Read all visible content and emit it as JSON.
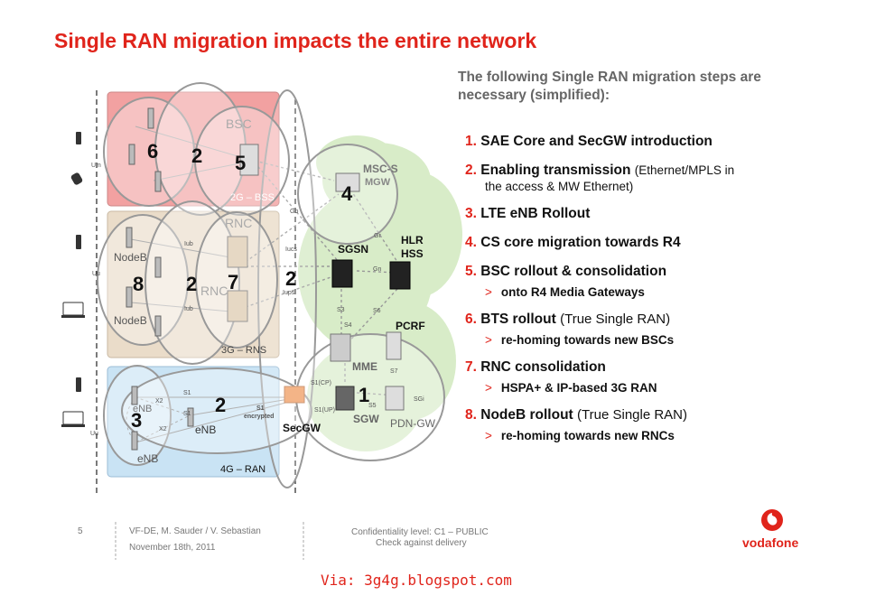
{
  "title": "Single RAN migration impacts the entire network",
  "intro": "The following Single RAN migration steps are necessary (simplified):",
  "steps": [
    {
      "num": "1.",
      "text": "SAE Core and SecGW introduction",
      "extra": "",
      "sub": ""
    },
    {
      "num": "2.",
      "text": "Enabling transmission",
      "extra": "(Ethernet/MPLS  in",
      "line2": "the access & MW Ethernet)",
      "sub": ""
    },
    {
      "num": "3.",
      "text": "LTE eNB Rollout",
      "extra": "",
      "sub": ""
    },
    {
      "num": "4.",
      "text": "CS core migration towards R4",
      "extra": "",
      "sub": ""
    },
    {
      "num": "5.",
      "text": "BSC rollout & consolidation",
      "extra": "",
      "sub": "onto R4 Media Gateways"
    },
    {
      "num": "6.",
      "text": "BTS rollout",
      "extra": "(True Single RAN)",
      "sub": "re-homing towards new BSCs"
    },
    {
      "num": "7.",
      "text": "RNC consolidation",
      "extra": "",
      "sub": "HSPA+ & IP-based 3G RAN"
    },
    {
      "num": "8.",
      "text": "NodeB rollout",
      "extra": "(True Single RAN)",
      "sub": "re-homing towards new RNCs"
    }
  ],
  "sub_marker": ">",
  "diagram": {
    "domains": {
      "bss": "2G – BSS",
      "rns": "3G – RNS",
      "ran": "4G – RAN"
    },
    "nodes": {
      "bsc": "BSC",
      "rnc1": "RNC",
      "rnc2": "RNC",
      "nodeb1": "NodeB",
      "nodeb2": "NodeB",
      "enb1": "eNB",
      "enb2": "eNB",
      "enb3": "eNB",
      "msc_line1": "MSC-S",
      "msc_line2": "MGW",
      "hlr_line1": "HLR",
      "hlr_line2": "HSS",
      "sgsn": "SGSN",
      "pcrf": "PCRF",
      "mme": "MME",
      "sgw": "SGW",
      "pdngw": "PDN-GW",
      "secgw": "SecGW"
    },
    "interfaces": {
      "um": "Um",
      "uu1": "Uu",
      "uu2": "Uu",
      "gb": "Gb",
      "iucs": "Iucs",
      "iups": "Iups",
      "iub1": "Iub",
      "iub2": "Iub",
      "gr": "Gr",
      "gn": "Gn",
      "s3": "S3",
      "s6": "S6",
      "s4": "S4",
      "s7": "S7",
      "s5": "S5",
      "sgi": "SGi",
      "s1_1": "S1",
      "s1_2": "S1",
      "s1_enc1": "S1",
      "s1_enc2": "encrypted",
      "x2_1": "X2",
      "x2_2": "X2",
      "s1cp": "S1(CP)",
      "s1up": "S1(UP)"
    },
    "markers": {
      "m6": "6",
      "m2a": "2",
      "m5": "5",
      "m4": "4",
      "m8": "8",
      "m2b": "2",
      "m7": "7",
      "m2c": "2",
      "m3": "3",
      "m2d": "2",
      "m1": "1"
    }
  },
  "footer": {
    "page": "5",
    "author": "VF-DE, M. Sauder / V. Sebastian",
    "date": "November 18th,  2011",
    "conf1": "Confidentiality level:  C1 – PUBLIC",
    "conf2": "Check against delivery",
    "brand": "vodafone"
  },
  "via": "Via: 3g4g.blogspot.com",
  "colors": {
    "accent": "#e0241b",
    "bss": "#f2a1a1",
    "rns": "#eadcc9",
    "ran": "#c9e3f4",
    "core": "#d8ecc8"
  }
}
